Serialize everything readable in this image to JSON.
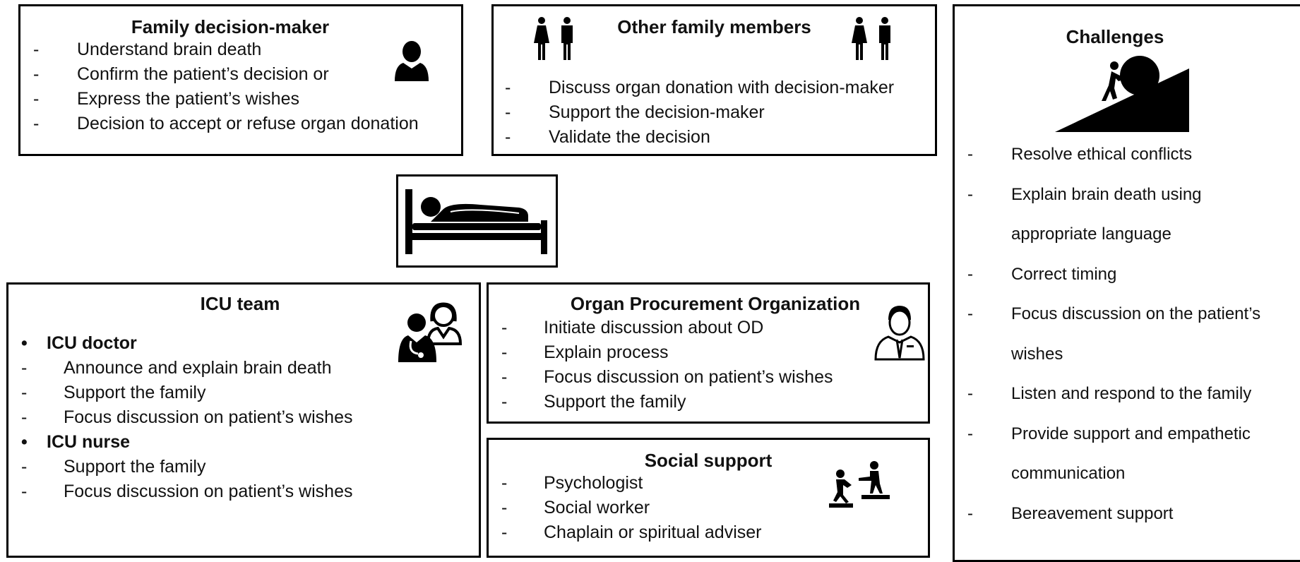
{
  "family_decision_maker": {
    "title": "Family decision-maker",
    "items": [
      "Understand brain death",
      "Confirm the patient’s decision or",
      "Express the patient’s wishes",
      "Decision to accept or refuse organ donation"
    ],
    "icon": "person-icon"
  },
  "other_family_members": {
    "title": "Other family members",
    "items": [
      "Discuss organ donation with decision-maker",
      "Support the decision-maker",
      "Validate the decision"
    ],
    "icon": "family-couple-icon"
  },
  "patient": {
    "icon": "hospital-bed-patient-icon"
  },
  "icu_team": {
    "title": "ICU team",
    "groups": [
      {
        "heading": "ICU doctor",
        "items": [
          "Announce and explain brain death",
          "Support the family",
          "Focus discussion on patient’s wishes"
        ]
      },
      {
        "heading": "ICU nurse",
        "items": [
          "Support the family",
          "Focus discussion on patient’s wishes"
        ]
      }
    ],
    "icon": "doctor-nurse-icon"
  },
  "opo": {
    "title": "Organ Procurement Organization",
    "items": [
      "Initiate discussion about OD",
      "Explain process",
      "Focus discussion on patient’s wishes",
      "Support the family"
    ],
    "icon": "coordinator-icon"
  },
  "social_support": {
    "title": "Social support",
    "items": [
      "Psychologist",
      "Social worker",
      "Chaplain or spiritual adviser"
    ],
    "icon": "helping-hand-icon"
  },
  "challenges": {
    "title": "Challenges",
    "lines": [
      {
        "dash": true,
        "text": "Resolve ethical conflicts"
      },
      {
        "dash": true,
        "text": "Explain brain death using"
      },
      {
        "dash": false,
        "text": "appropriate language"
      },
      {
        "dash": true,
        "text": "Correct timing"
      },
      {
        "dash": true,
        "text": "Focus discussion on the patient’s"
      },
      {
        "dash": false,
        "text": "wishes"
      },
      {
        "dash": true,
        "text": "Listen and respond to the family"
      },
      {
        "dash": true,
        "text": "Provide support and empathetic"
      },
      {
        "dash": false,
        "text": "communication"
      },
      {
        "dash": true,
        "text": "Bereavement support"
      }
    ],
    "icon": "push-boulder-uphill-icon"
  }
}
